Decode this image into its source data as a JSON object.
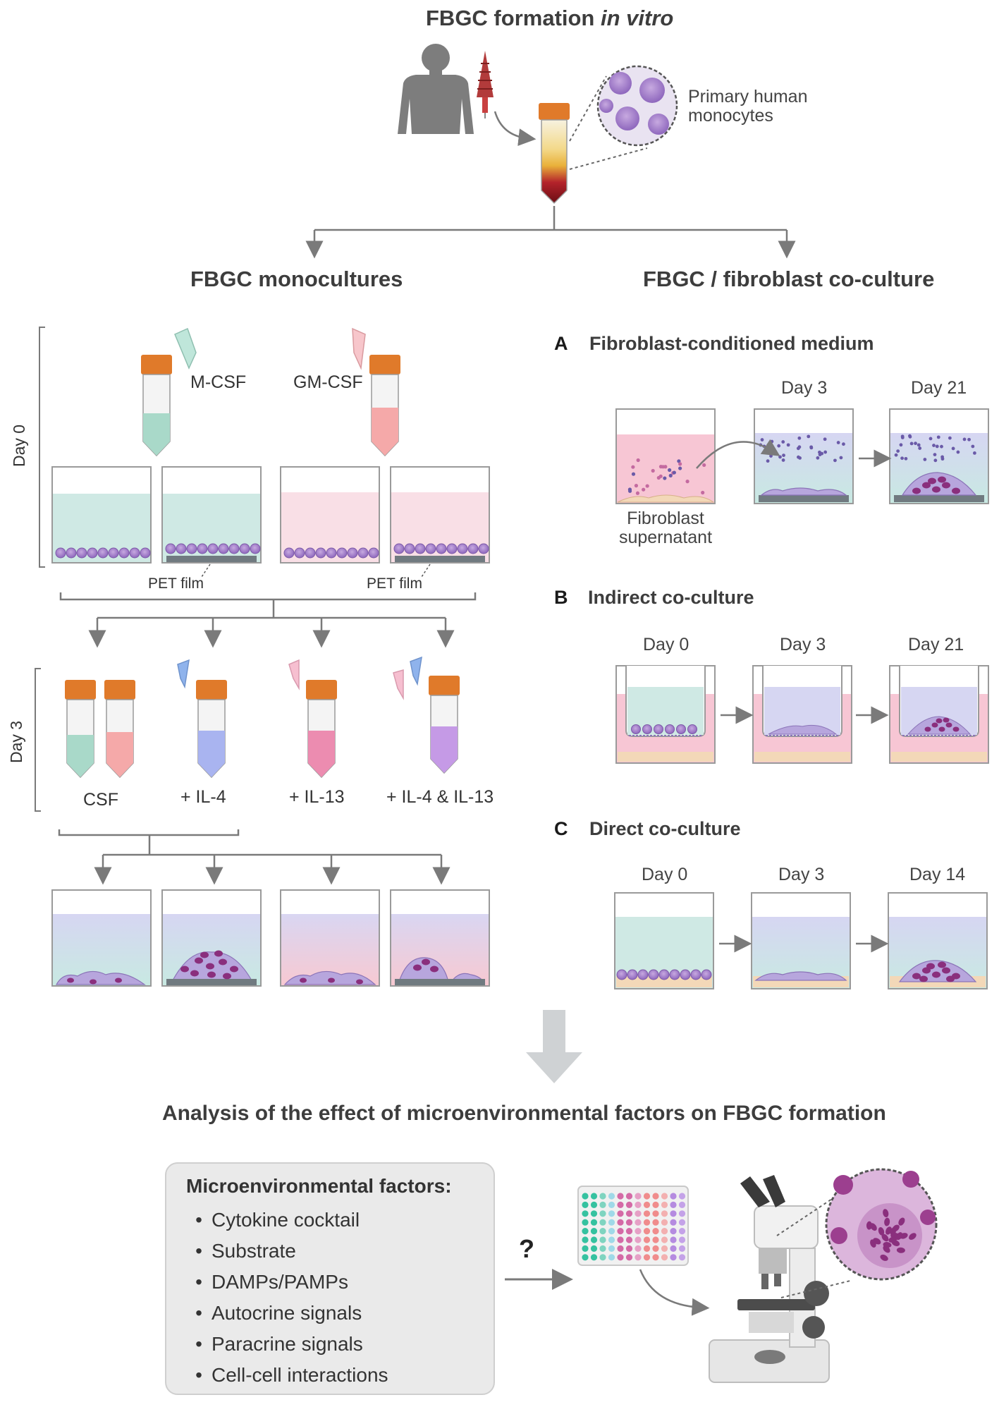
{
  "title": {
    "main": "FBGC formation ",
    "italic": "in vitro"
  },
  "source_label": "Primary human\nmonocytes",
  "branches": {
    "left": "FBGC monocultures",
    "right": "FBGC / fibroblast co-culture"
  },
  "monoculture": {
    "day0_label": "Day 0",
    "day3_label": "Day 3",
    "cytokines": [
      "M-CSF",
      "GM-CSF"
    ],
    "pet_label": "PET film",
    "treatments": [
      "CSF",
      "+ IL-4",
      "+ IL-13",
      "+ IL-4 & IL-13"
    ]
  },
  "coculture": {
    "sections": [
      {
        "letter": "A",
        "title": "Fibroblast-conditioned medium",
        "days": [
          "Day 3",
          "Day 21"
        ],
        "note": "Fibroblast\nsupernatant"
      },
      {
        "letter": "B",
        "title": "Indirect co-culture",
        "days": [
          "Day 0",
          "Day 3",
          "Day 21"
        ]
      },
      {
        "letter": "C",
        "title": "Direct co-culture",
        "days": [
          "Day 0",
          "Day 3",
          "Day 14"
        ]
      }
    ]
  },
  "analysis": {
    "title": "Analysis of the effect of microenvironmental factors on FBGC formation",
    "factors_title": "Microenvironmental factors:",
    "factors": [
      "Cytokine cocktail",
      "Substrate",
      "DAMPs/PAMPs",
      "Autocrine signals",
      "Paracrine signals",
      "Cell-cell interactions"
    ],
    "question": "?"
  },
  "colors": {
    "mint_medium": "#cfe9e4",
    "pink_medium": "#f9dbe3",
    "lavender_medium": "#d3d3f0",
    "fibroblast_pink": "#f7c9d8",
    "cell_purple": "#9d74c4",
    "cap_orange": "#e07a2a",
    "connector_gray": "#7a7a7a"
  }
}
